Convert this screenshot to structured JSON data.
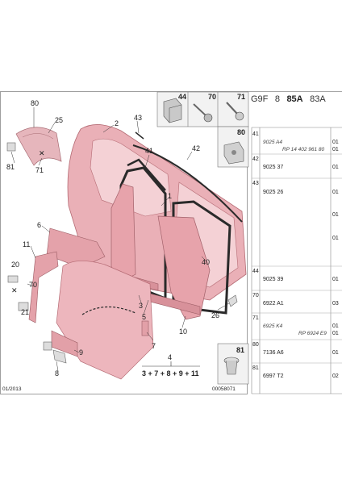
{
  "header": {
    "code_a": "G9F",
    "code_b": "8",
    "code_c": "85A",
    "code_d": "83A"
  },
  "callouts": {
    "c80": "80",
    "c25": "25",
    "c81": "81",
    "c71": "71",
    "c2": "2",
    "c43": "43",
    "c41": "41",
    "c42": "42",
    "c1": "1",
    "c6": "6",
    "c11": "11",
    "c20": "20",
    "c70": "70",
    "c21": "21",
    "c40": "40",
    "c3": "3",
    "c5": "5",
    "c26": "26",
    "c10": "10",
    "c7": "7",
    "c9": "9",
    "c8": "8",
    "c4": "4",
    "box44": "44",
    "box70": "70",
    "box71": "71",
    "box80": "80",
    "box81": "81"
  },
  "formula": "3 + 7 + 8 + 9 + 11",
  "footer": {
    "date": "01/2013",
    "ref": "00058071"
  },
  "parts_table": [
    {
      "item": "41",
      "ref": "9025 A4",
      "italic": true,
      "qty": "01"
    },
    {
      "item": "",
      "ref": "RP 14 402 961 80",
      "italic": true,
      "qty": "01"
    },
    {
      "item": "42",
      "ref": "9025 37",
      "italic": false,
      "qty": "01"
    },
    {
      "item": "43",
      "ref": "9025 26",
      "italic": false,
      "qty": "01"
    },
    {
      "item": "",
      "ref": "",
      "italic": false,
      "qty": "01"
    },
    {
      "item": "",
      "ref": "",
      "italic": false,
      "qty": "01"
    },
    {
      "item": "44",
      "ref": "9025 39",
      "italic": false,
      "qty": "01"
    },
    {
      "item": "70",
      "ref": "6922 A1",
      "italic": false,
      "qty": "03"
    },
    {
      "item": "71",
      "ref": "6925 K4",
      "italic": true,
      "qty": "01"
    },
    {
      "item": "",
      "ref": "RP 6924 E9",
      "italic": true,
      "qty": "01"
    },
    {
      "item": "80",
      "ref": "7136 A6",
      "italic": false,
      "qty": "01"
    },
    {
      "item": "81",
      "ref": "6997 T2",
      "italic": false,
      "qty": "02"
    }
  ],
  "colors": {
    "panel": "#e9a7ae",
    "panel_edge": "#b56b74",
    "seal": "#2a2a2a",
    "frame": "#9a9a9a",
    "part_box": "#e6e6e6"
  }
}
